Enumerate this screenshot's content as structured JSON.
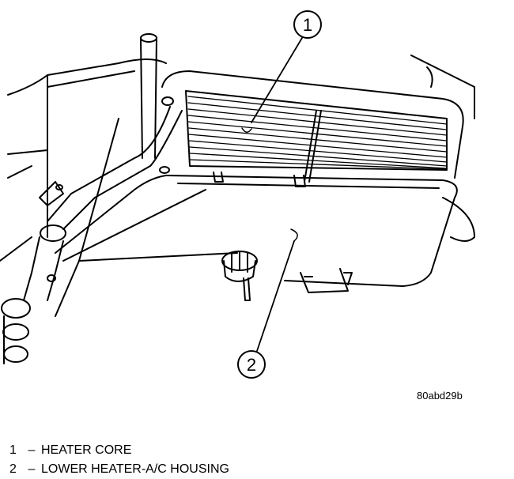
{
  "callouts": [
    {
      "number": "1"
    },
    {
      "number": "2"
    }
  ],
  "figure_id": "80abd29b",
  "legend": [
    {
      "number": "1",
      "dash": "–",
      "label": "HEATER CORE"
    },
    {
      "number": "2",
      "dash": "–",
      "label": "LOWER HEATER-A/C HOUSING"
    }
  ]
}
